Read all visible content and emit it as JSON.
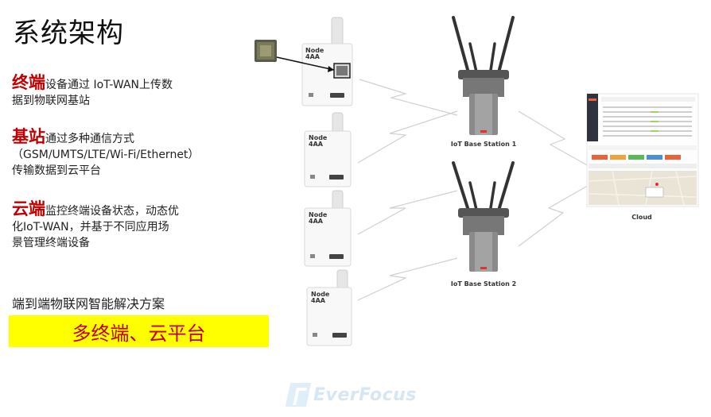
{
  "title": "系统架构",
  "blocks": [
    {
      "keyword": "终端",
      "line1": "设备通过 IoT-WAN上传数",
      "line2": "据到物联网基站",
      "line3": ""
    },
    {
      "keyword": "基站",
      "line1": "通过多种通信方式",
      "line2": "（GSM/UMTS/LTE/Wi-Fi/Ethernet）",
      "line3": "传输数据到云平台"
    },
    {
      "keyword": "云端",
      "line1": "监控终端设备状态，动态优",
      "line2": "化IoT-WAN，并基于不同应用场",
      "line3": "景管理终端设备"
    }
  ],
  "subtitle": "端到端物联网智能解决方案",
  "banner": "多终端、云平台",
  "nodes": [
    {
      "label": "Node",
      "sublabel": "4AA"
    },
    {
      "label": "Node",
      "sublabel": "4AA"
    },
    {
      "label": "Node",
      "sublabel": "4AA"
    },
    {
      "label": "Node",
      "sublabel": "4AA"
    }
  ],
  "stations": [
    "IoT Base Station 1",
    "IoT Base Station 2"
  ],
  "cloud": {
    "label": "Cloud"
  },
  "logo": "EverFocus",
  "colors": {
    "accent": "#c00000",
    "banner_bg": "#ffff00",
    "dashboard_accent": "#e8633a"
  }
}
